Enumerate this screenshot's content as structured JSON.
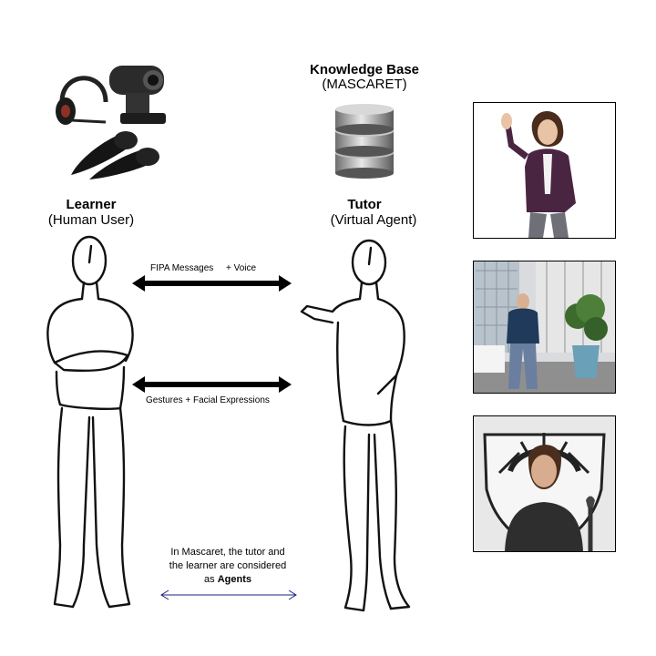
{
  "knowledge_base": {
    "title": "Knowledge Base",
    "subtitle": "(MASCARET)",
    "icon": "database-icon"
  },
  "learner": {
    "title": "Learner",
    "subtitle": "(Human User)",
    "icon": "human-sketch-icon"
  },
  "tutor": {
    "title": "Tutor",
    "subtitle": "(Virtual Agent)",
    "icon": "agent-sketch-icon"
  },
  "devices": {
    "icons": [
      "headset-icon",
      "webcam-icon",
      "vr-controllers-icon"
    ]
  },
  "arrows": {
    "top_left": "FIPA Messages",
    "top_right": "+ Voice",
    "bottom": "Gestures + Facial Expressions"
  },
  "note": {
    "line1": "In Mascaret, the tutor and",
    "line2": "the learner are considered",
    "line3_prefix": "as ",
    "line3_bold": "Agents"
  },
  "avatars": [
    "female-avatar-icon",
    "male-avatar-office-icon",
    "male-avatar-emblem-icon"
  ],
  "colors": {
    "arrow": "#000000",
    "agents_arrow": "#1a237e",
    "sketch": "#111111"
  }
}
